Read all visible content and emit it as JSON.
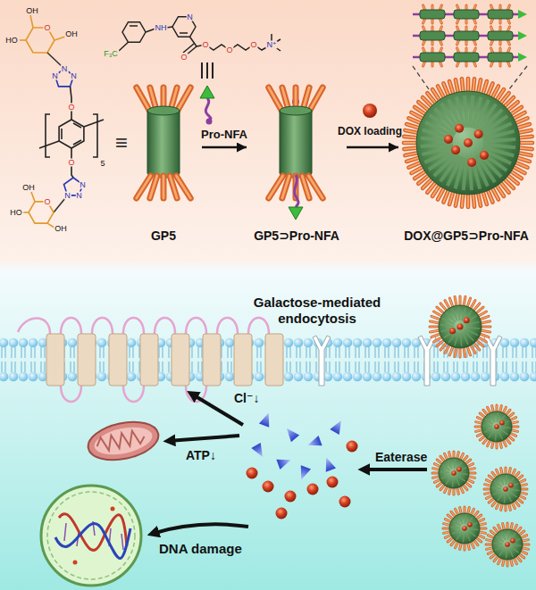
{
  "diagram": {
    "nodes": [
      {
        "text": [
          "GP5"
        ]
      },
      {
        "text": [
          "GP5⊃Pro-NFA"
        ]
      },
      {
        "text": [
          "DOX@GP5⊃Pro-NFA"
        ]
      }
    ],
    "edges": [
      {
        "from": 0,
        "to": 1,
        "arrow": "to",
        "label": "Pro-NFA"
      },
      {
        "from": 1,
        "to": 2,
        "arrow": "to",
        "label": "DOX loading"
      }
    ],
    "labels": [
      "OH",
      "HO",
      "OH",
      "O",
      "N",
      "N",
      "N",
      "O",
      "O",
      "5",
      "N",
      "N",
      "N",
      "O",
      "HO",
      "OH",
      "OH",
      "≡",
      "F₃C",
      "NH",
      "N",
      "O",
      "O",
      "O",
      "O",
      "N⁺",
      "Galactose-mediated endocytosis",
      "Cl⁻↓",
      "ATP↓",
      "Eaterase",
      "DNA damage"
    ]
  }
}
